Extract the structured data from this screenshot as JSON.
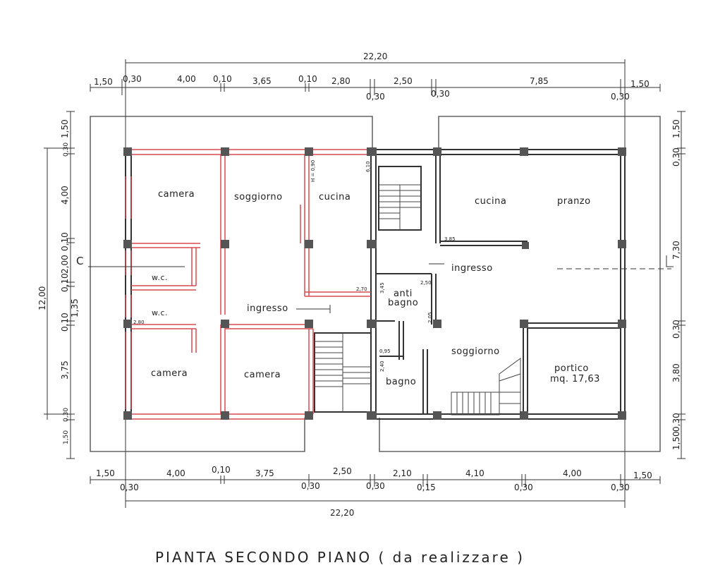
{
  "caption": "PIANTA SECONDO PIANO ( da realizzare )",
  "rooms": {
    "camera_tl": "camera",
    "soggiorno_l": "soggiorno",
    "cucina_l": "cucina",
    "wc_1": "w.c.",
    "wc_2": "w.c.",
    "ingresso_l": "ingresso",
    "camera_bl": "camera",
    "camera_bm": "camera",
    "cucina_r": "cucina",
    "pranzo": "pranzo",
    "ingresso_r": "ingresso",
    "anti": "anti",
    "bagno_anti": "bagno",
    "soggiorno_r": "soggiorno",
    "bagno_r": "bagno",
    "portico": "portico",
    "portico_area": "mq. 17,63"
  },
  "section_marker": "C",
  "small_labels": {
    "h": "H = 0,90",
    "d610": "6,10",
    "d385": "3,85",
    "d270": "2,70",
    "d345": "3,45",
    "d250": "2,50",
    "d205": "2,05",
    "d280": "2,80",
    "d095": "0,95",
    "d240": "2,40"
  },
  "dimensions": {
    "top_total": "22,20",
    "top_row": [
      "1,50",
      "0,30",
      "4,00",
      "0,10",
      "3,65",
      "0,10",
      "2,80",
      "2,50",
      "7,85",
      "1,50"
    ],
    "top_sub": [
      "0,30",
      "0,30",
      "0,30"
    ],
    "bottom_row": [
      "1,50",
      "4,00",
      "0,10",
      "3,75",
      "2,50",
      "2,10",
      "4,10",
      "4,00",
      "1,50"
    ],
    "bottom_sub": [
      "0,30",
      "0,30",
      "0,30",
      "0,15",
      "0,30",
      "0,30"
    ],
    "bottom_total": "22,20",
    "left_total": "12,00",
    "left": [
      "1,50",
      "0,30",
      "4,00",
      "0,10",
      "2,00",
      "0,10",
      "1,35",
      "0,10",
      "3,75",
      "0,30",
      "1,50"
    ],
    "right": [
      "1,50",
      "0,30",
      "7,30",
      "0,30",
      "3,80",
      "0,30",
      "1,50"
    ]
  }
}
